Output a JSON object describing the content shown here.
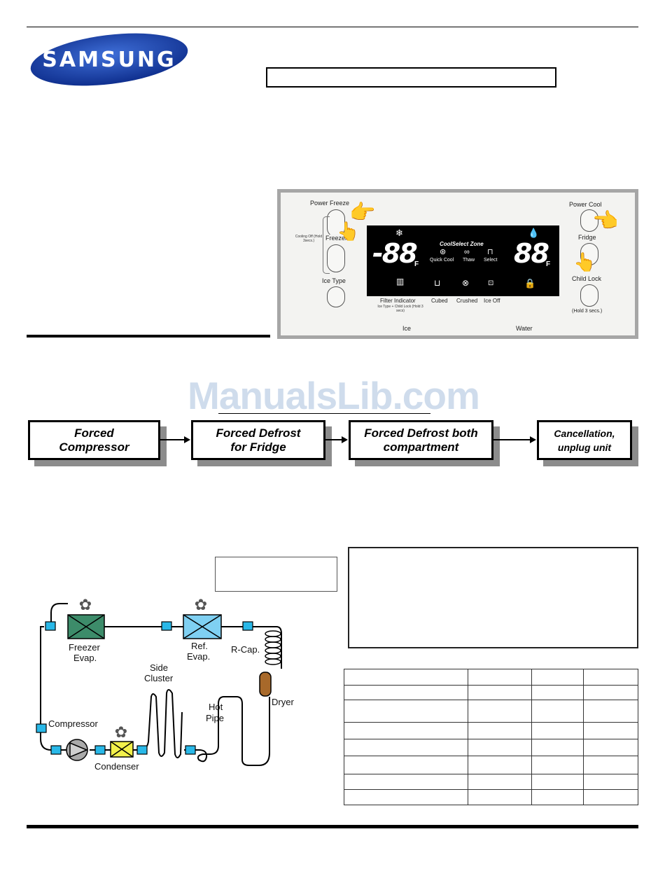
{
  "brand": {
    "logo_text": "SAMSUNG",
    "logo_color": "#1a3fa0"
  },
  "control_panel": {
    "power_freeze_label": "Power Freeze",
    "freezer_label": "Freezer",
    "cooling_off_note": "Cooling Off (Hold 3secs.)",
    "ice_type_label": "Ice Type",
    "power_cool_label": "Power Cool",
    "fridge_label": "Fridge",
    "child_lock_label": "Child Lock",
    "child_lock_note": "(Hold 3 secs.)",
    "freezer_temp": "-88",
    "fridge_temp": "88",
    "temp_unit": "F",
    "zone_title": "CoolSelect Zone",
    "quick_cool_label": "Quick Cool",
    "thaw_label": "Thaw",
    "select_label": "Select",
    "filter_indicator_label": "Filter Indicator",
    "filter_reset_note": "Ice Type + Child Lock (Hold 3 secs)",
    "cubed_label": "Cubed",
    "crushed_label": "Crushed",
    "ice_off_label": "Ice Off",
    "ice_footer": "Ice",
    "water_footer": "Water"
  },
  "watermark": "ManualsLib.com",
  "flow": {
    "steps": [
      "Forced\nCompressor",
      "Forced Defrost\nfor Fridge",
      "Forced Defrost both\ncompartment",
      "Cancellation,\nunplug unit"
    ]
  },
  "diagram": {
    "freezer_evap": "Freezer",
    "freezer_evap_2": "Evap.",
    "ref_evap": "Ref.",
    "ref_evap_2": "Evap.",
    "r_cap": "R-Cap.",
    "side_cluster": "Side",
    "side_cluster_2": "Cluster",
    "dryer": "Dryer",
    "hot_pipe": "Hot",
    "hot_pipe_2": "Pipe",
    "compressor": "Compressor",
    "condenser": "Condenser",
    "colors": {
      "freezer_evap": "#3d8c6a",
      "ref_evap": "#7fd0f2",
      "condenser": "#f2f04a",
      "dryer": "#a8692a",
      "sensor": "#29b8e8"
    }
  }
}
